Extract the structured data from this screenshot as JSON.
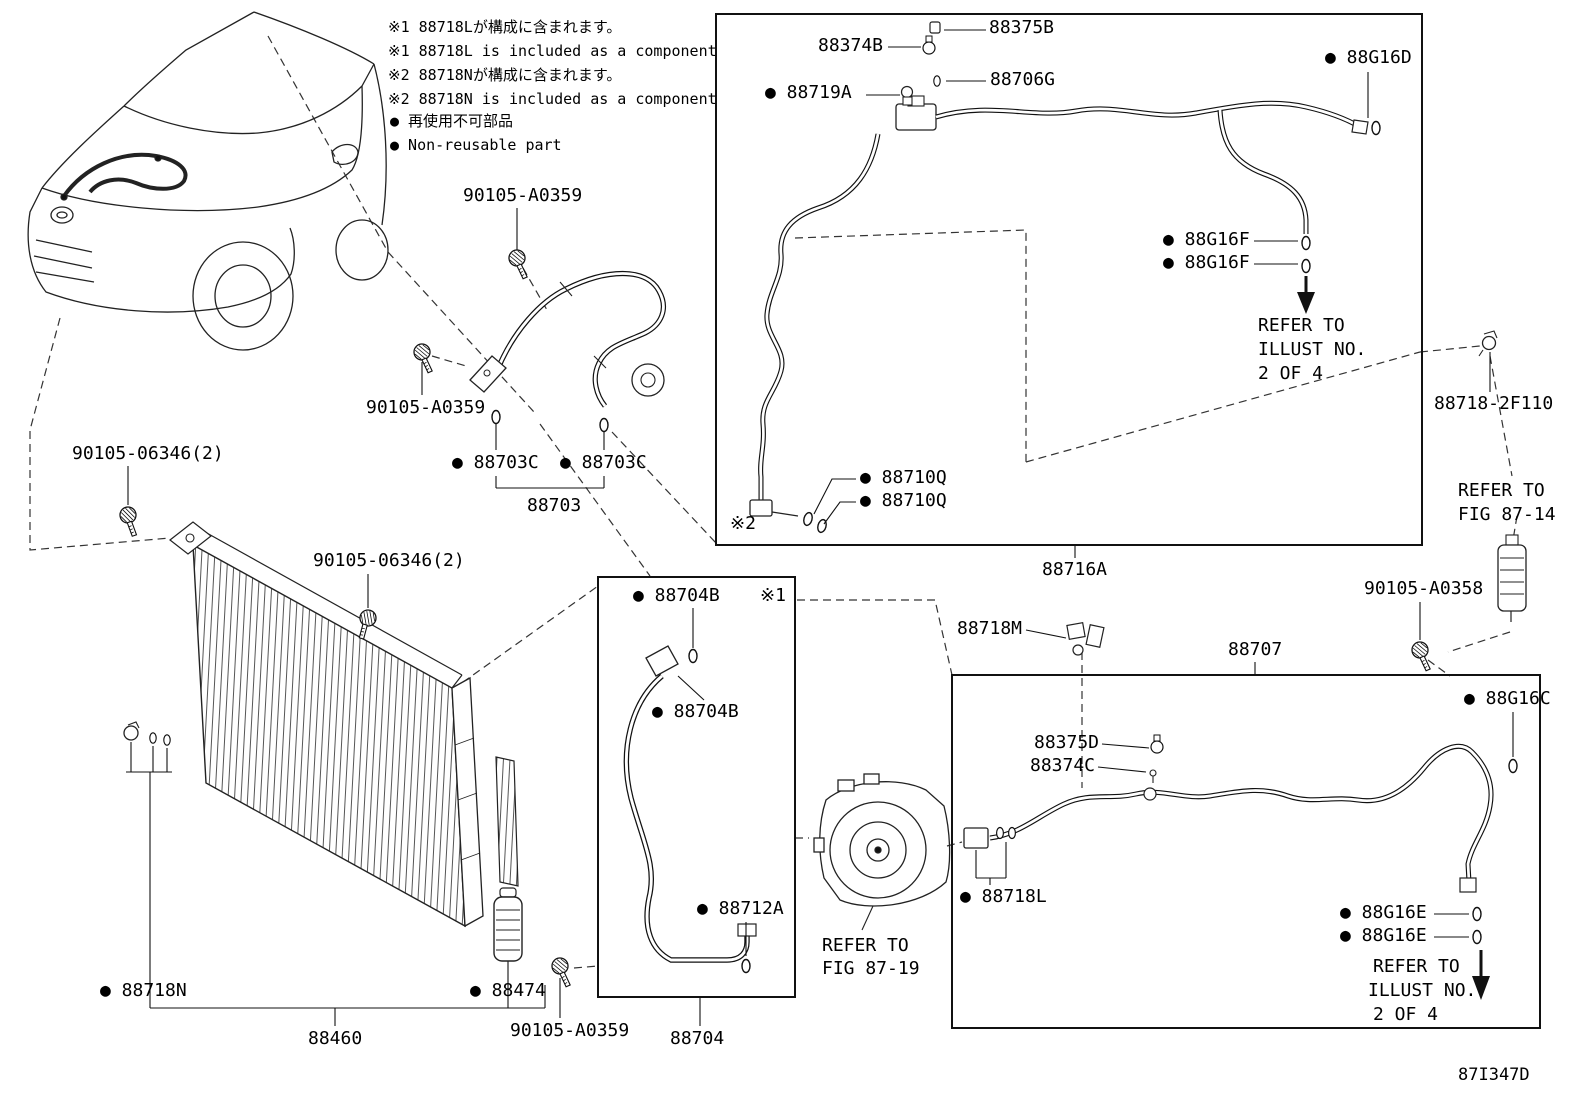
{
  "legend": [
    "※1 88718Lが構成に含まれます。",
    "※1 88718L is included as a component",
    "※2 88718Nが構成に含まれます。",
    "※2 88718N is included as a component",
    "● 再使用不可部品",
    "● Non-reusable part"
  ],
  "labels": [
    "90105-A0359",
    "90105-A0359",
    "● 88703C",
    "● 88703C",
    "88703",
    "90105-06346(2)",
    "90105-06346(2)",
    "88374B",
    "88375B",
    "● 88719A",
    "88706G",
    "● 88G16D",
    "● 88G16F",
    "● 88G16F",
    "REFER TO",
    "ILLUST NO.",
    "2 OF 4",
    "● 88710Q",
    "● 88710Q",
    "※2",
    "88716A",
    "88718-2F110",
    "REFER TO",
    "FIG 87-14",
    "90105-A0358",
    "88718M",
    "88707",
    "● 88G16C",
    "● 88704B",
    "※1",
    "● 88704B",
    "● 88712A",
    "88704",
    "88375D",
    "88374C",
    "● 88718L",
    "● 88G16E",
    "● 88G16E",
    "REFER TO",
    "ILLUST NO.",
    "2 OF 4",
    "REFER TO",
    "FIG 87-19",
    "● 88718N",
    "● 88474",
    "88460",
    "90105-A0359",
    "87I347D"
  ],
  "colors": {
    "line": "#111111",
    "background": "#ffffff"
  }
}
